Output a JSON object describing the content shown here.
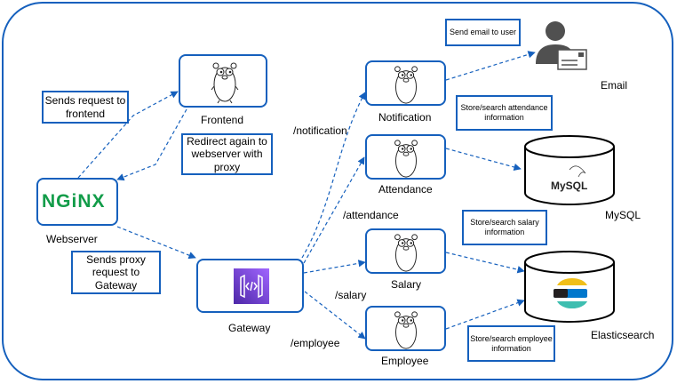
{
  "nodes": {
    "frontend": "Frontend",
    "webserver": "Webserver",
    "gateway": "Gateway",
    "notification": "Notification",
    "attendance": "Attendance",
    "salary": "Salary",
    "employee": "Employee",
    "email": "Email",
    "mysql": "MySQL",
    "elasticsearch": "Elasticsearch"
  },
  "notes": {
    "sends_request": "Sends request to frontend",
    "redirect": "Redirect again to webserver with proxy",
    "sends_proxy": "Sends proxy request to Gateway",
    "send_email": "Send email to user",
    "store_attendance": "Store/search attendance information",
    "store_salary": "Store/search salary information",
    "store_employee": "Store/search employee information"
  },
  "routes": {
    "notification": "/notification",
    "attendance": "/attendance",
    "salary": "/salary",
    "employee": "/employee"
  },
  "logos": {
    "nginx_text": "NGiNX",
    "mysql_text": "MySQL"
  },
  "colors": {
    "border": "#1560bd",
    "nginx": "#129c49",
    "gateway_icon": "#7b3fe4"
  }
}
